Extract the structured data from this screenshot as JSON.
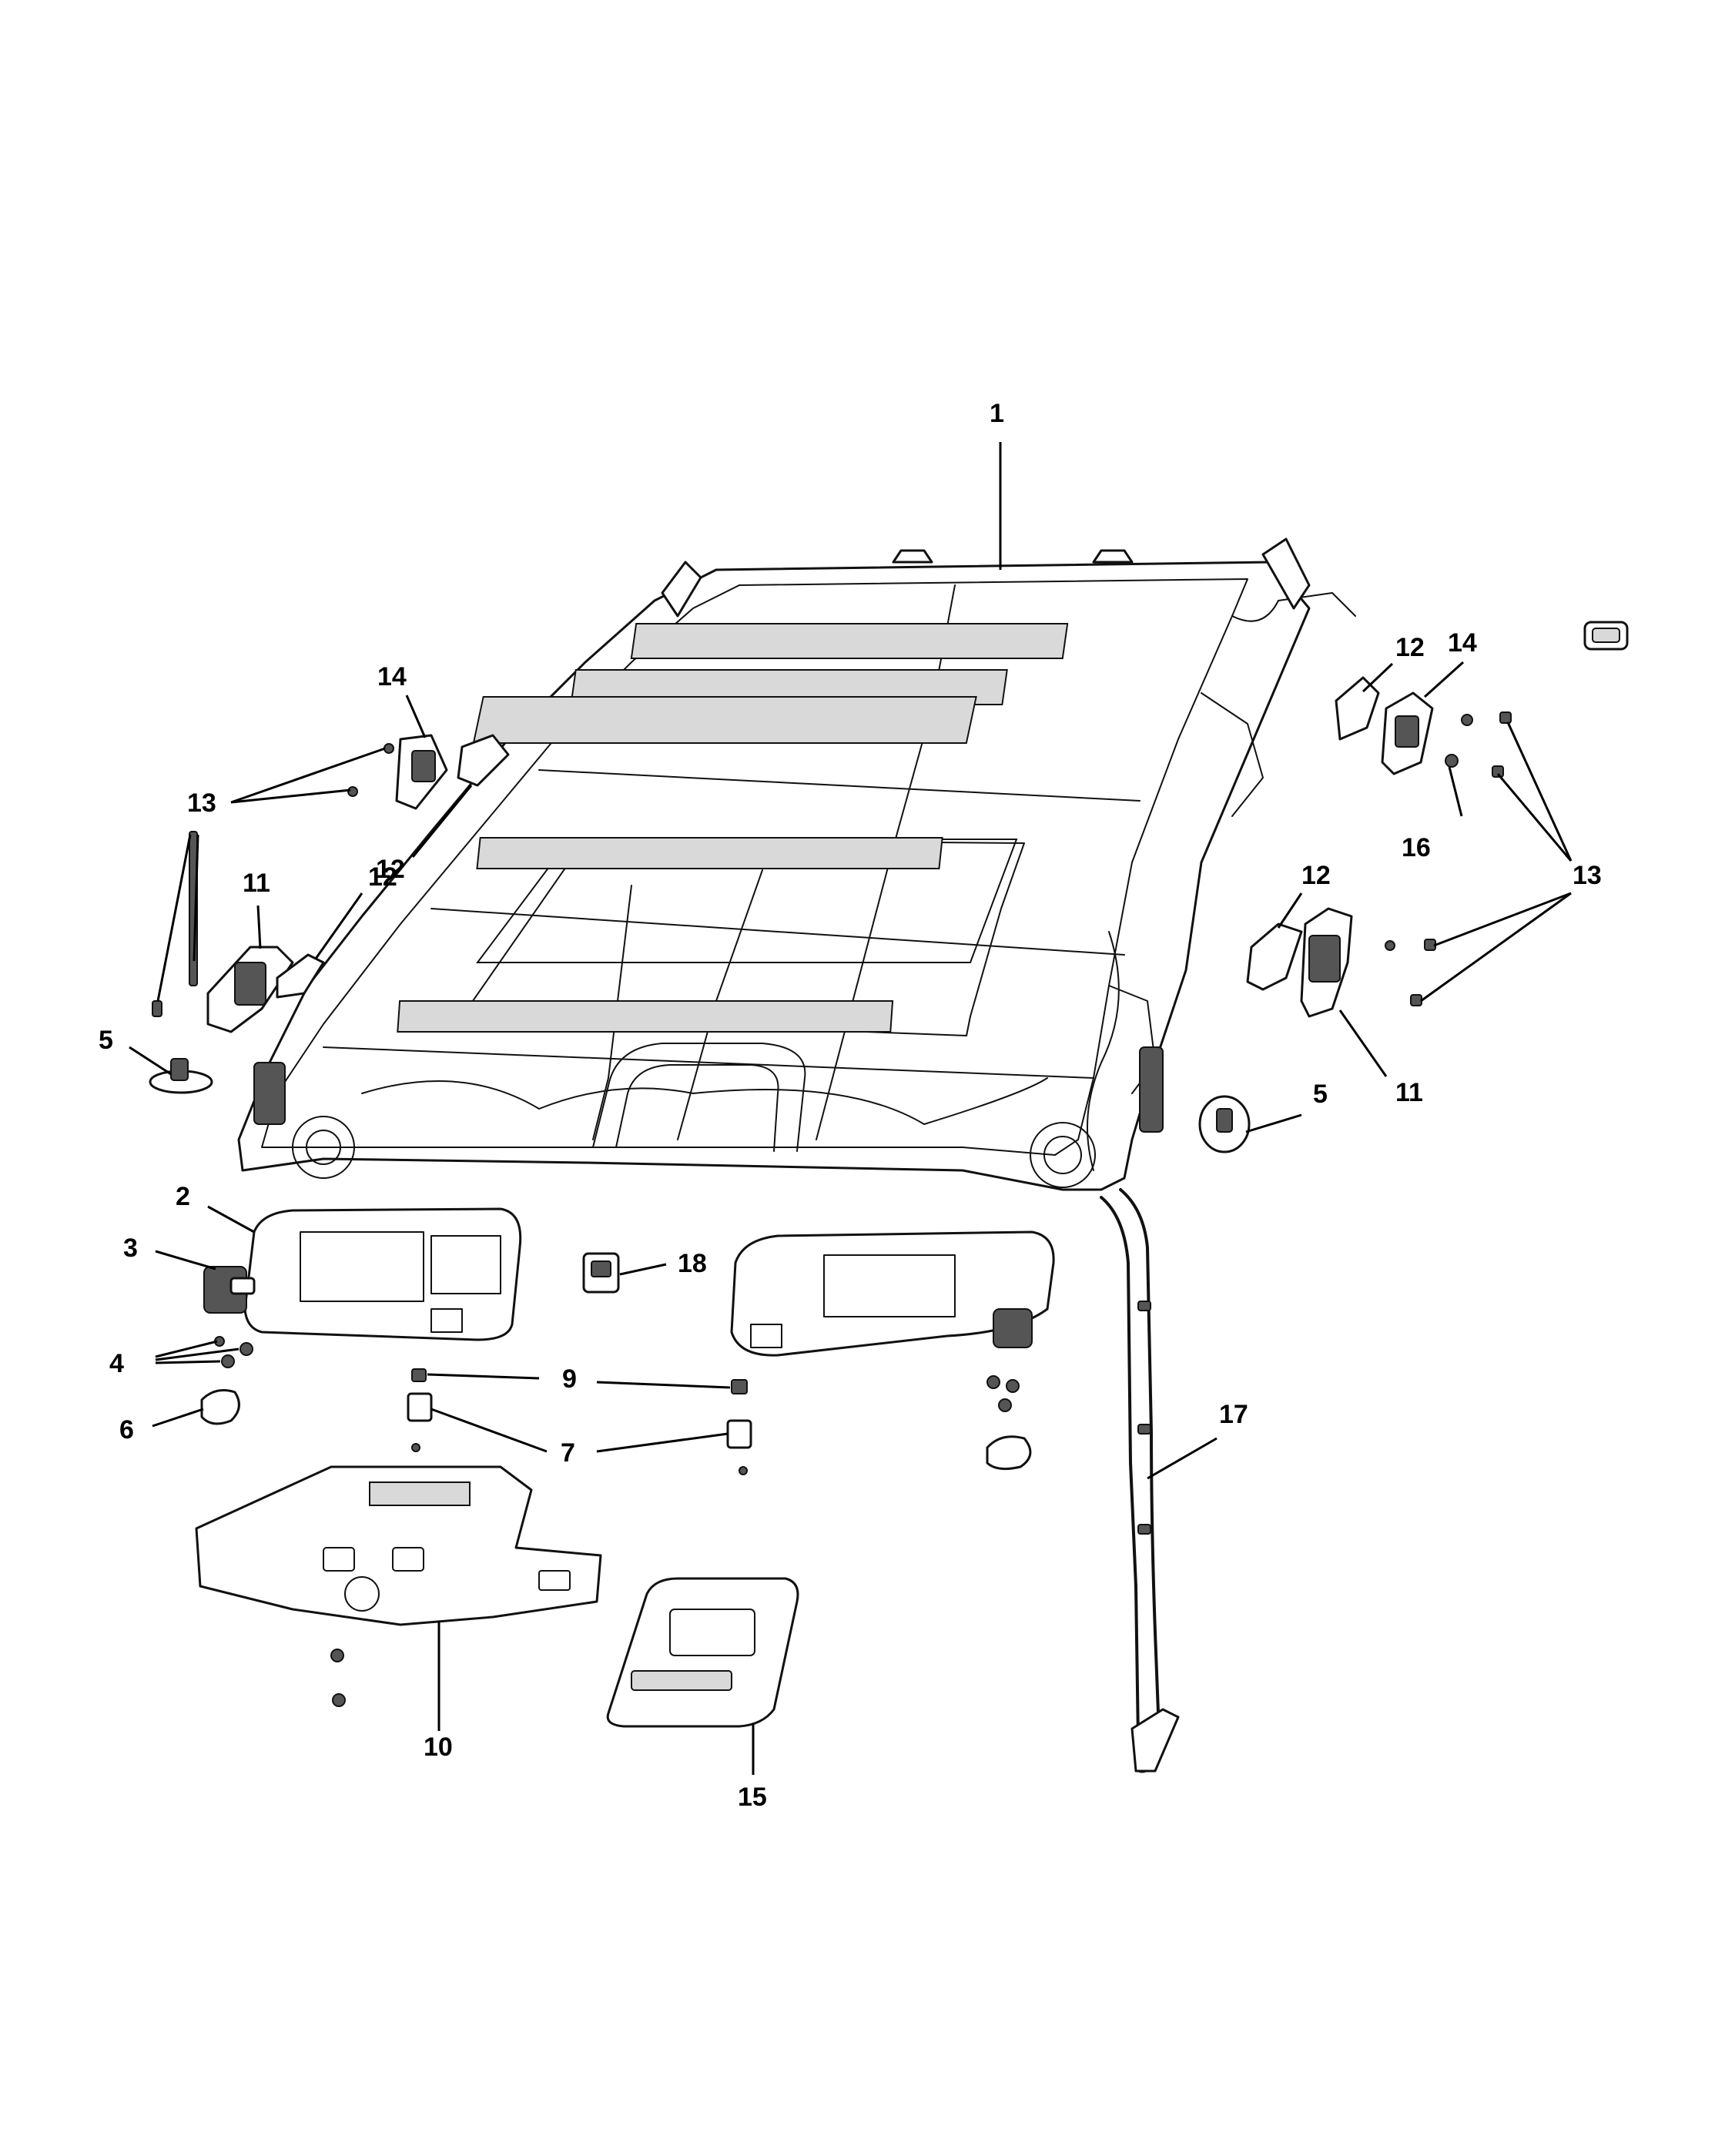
{
  "diagram": {
    "callouts": {
      "c1": "1",
      "c2": "2",
      "c3": "3",
      "c4": "4",
      "c5a": "5",
      "c5b": "5",
      "c6": "6",
      "c7": "7",
      "c9": "9",
      "c10": "10",
      "c11a": "11",
      "c11b": "11",
      "c12a": "12",
      "c12b": "12",
      "c12c": "12",
      "c13a": "13",
      "c13b": "13",
      "c14a": "14",
      "c14b": "14",
      "c15": "15",
      "c16": "16",
      "c17": "17",
      "c18": "18"
    }
  }
}
